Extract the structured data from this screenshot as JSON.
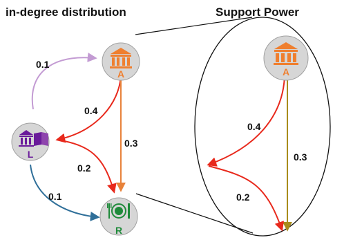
{
  "titles": {
    "left": "in-degree distribution",
    "right": "Support Power"
  },
  "colors": {
    "node_fill": "#d6d6d6",
    "node_stroke": "#a0a0a0",
    "A": "#ef7f2f",
    "L": "#6a1b9a",
    "R": "#1f8a3a",
    "edge_purple": "#c39bd3",
    "edge_red": "#e8291c",
    "edge_orange": "#e8823a",
    "edge_blue": "#2f6f99",
    "edge_olive": "#a88c1c"
  },
  "nodes": {
    "A": {
      "label": "A",
      "icon": "museum-icon"
    },
    "L": {
      "label": "L",
      "icon": "library-icon"
    },
    "R": {
      "label": "R",
      "icon": "restaurant-icon"
    },
    "A2": {
      "label": "A",
      "icon": "museum-icon"
    }
  },
  "edges": {
    "L_A": "0.1",
    "A_L": "0.4",
    "A_R": "0.3",
    "L_R_red": "0.2",
    "L_R_blue": "0.1",
    "zoom_A_left": "0.4",
    "zoom_A_down": "0.3",
    "zoom_left_down": "0.2"
  }
}
